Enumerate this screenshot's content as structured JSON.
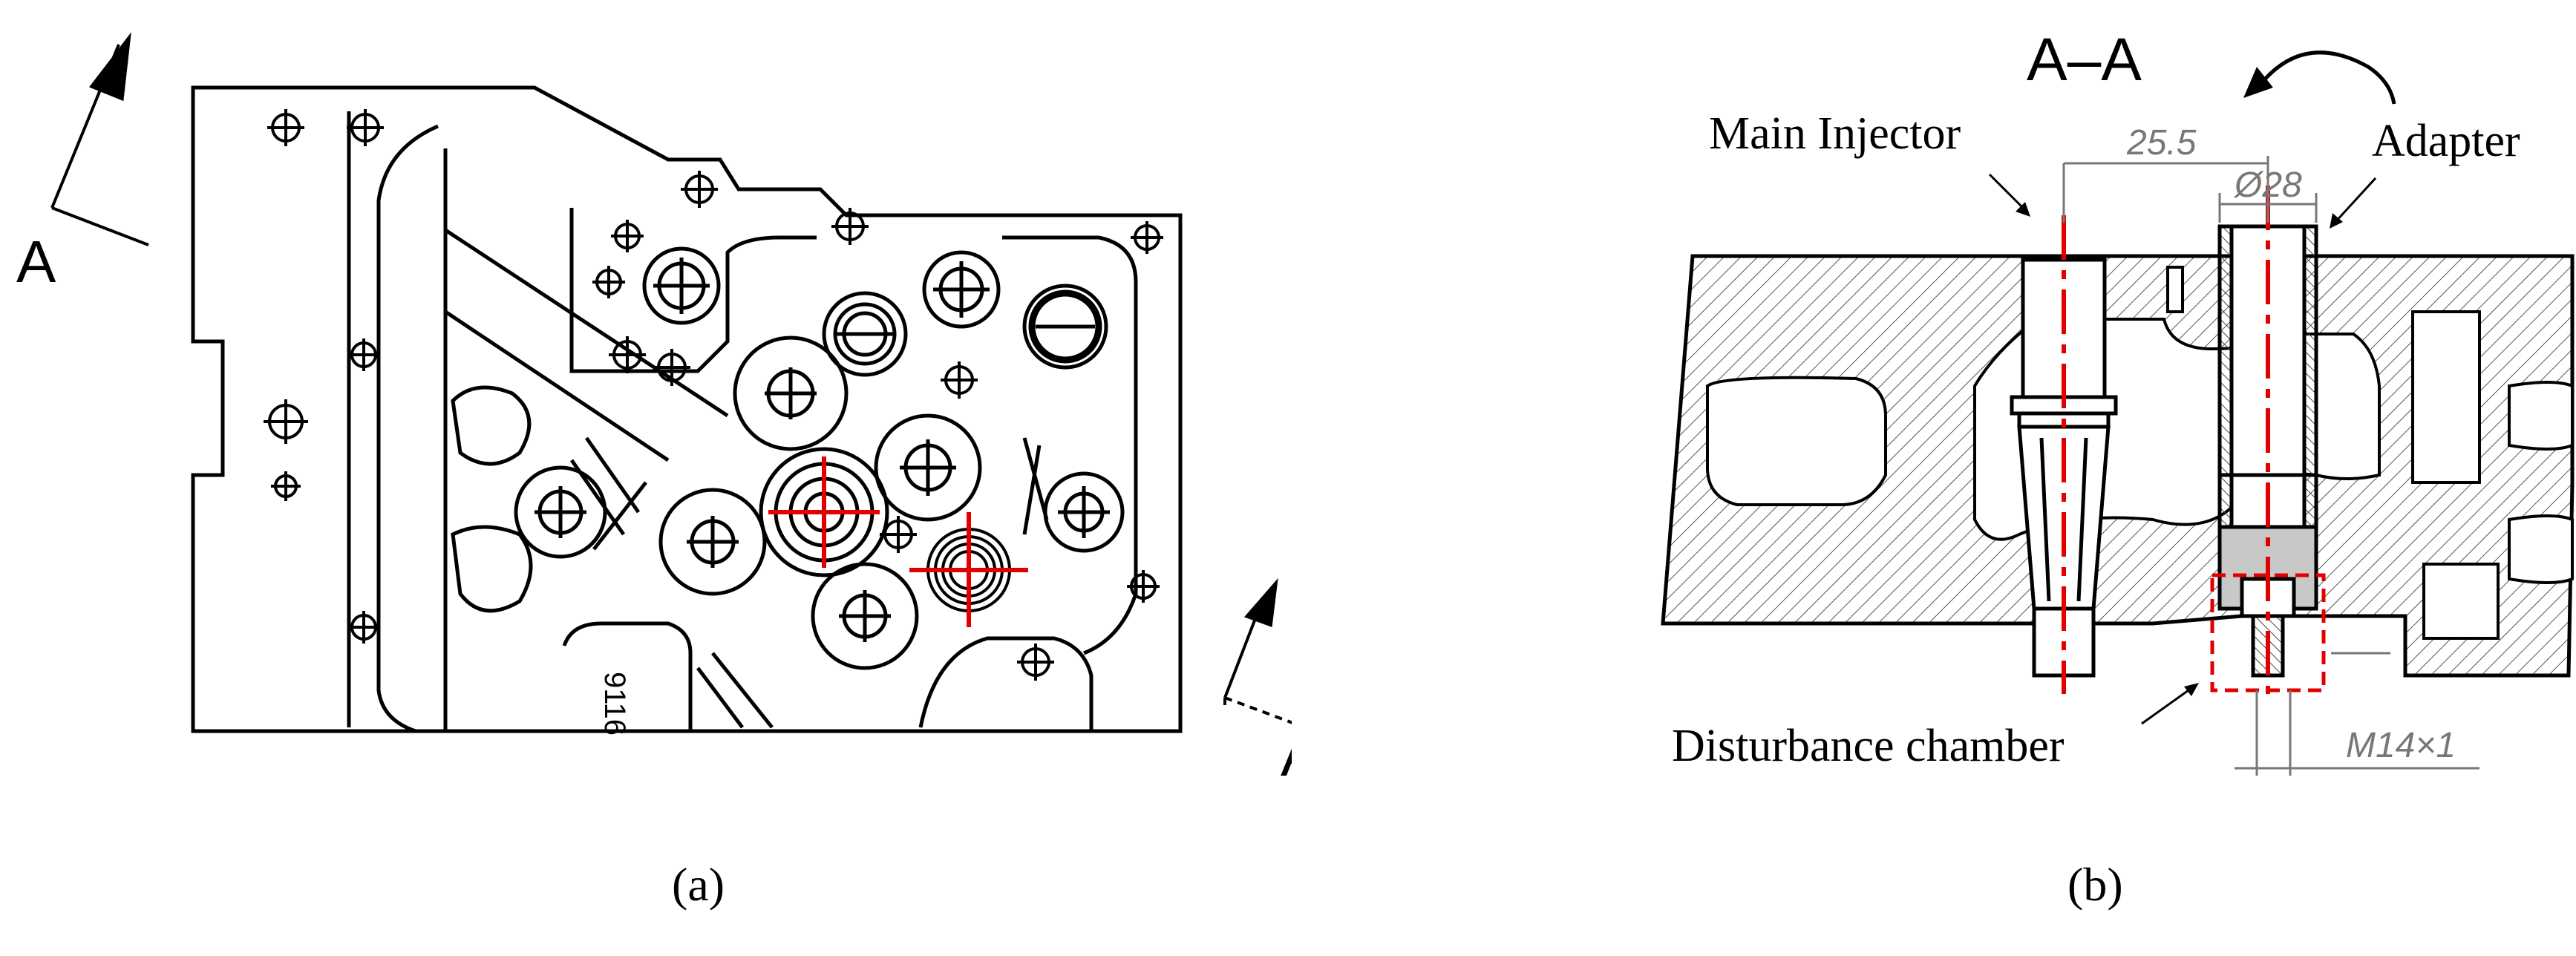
{
  "panel_a": {
    "caption": "(a)",
    "section_label_left": "A",
    "section_label_right": "A",
    "part_number": "9116"
  },
  "panel_b": {
    "caption": "(b)",
    "section_title": "A–A",
    "label_main_injector": "Main Injector",
    "label_adapter": "Adapter",
    "label_disturbance_chamber": "Disturbance chamber",
    "dim_offset": "25.5",
    "dim_diameter": "Ø28",
    "dim_thread": "M14×1"
  },
  "colors": {
    "line": "#000000",
    "highlight": "#e00000"
  }
}
